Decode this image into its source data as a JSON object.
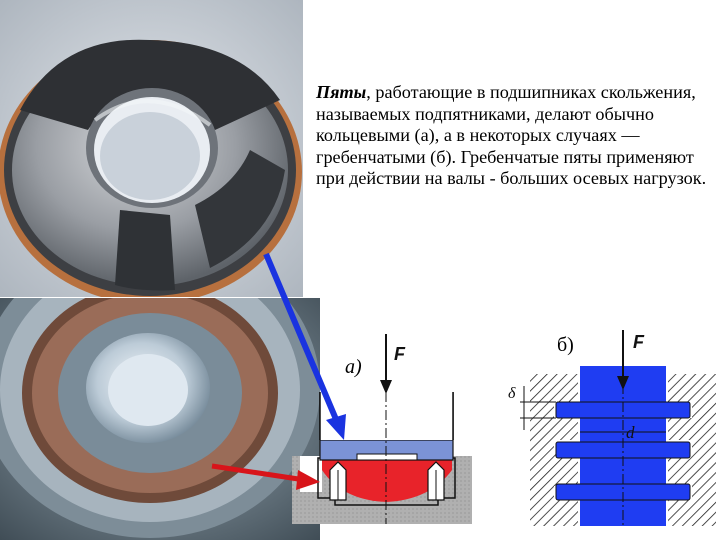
{
  "caption": {
    "term": "Пяты",
    "text": ", работающие в подшипниках скольжения, называемых подпятниками, делают обычно кольцевыми (а), а в некоторых случаях — гребенчатыми (б). Гребенчатые пяты применяют при действии на валы - больших осевых нагрузок."
  },
  "diagram_a": {
    "label": "а)",
    "force_label": "F"
  },
  "diagram_b": {
    "label": "б)",
    "force_label": "F",
    "dimension_d": "d",
    "dimension_delta": "δ"
  },
  "colors": {
    "shaft_blue": "#1f3df2",
    "ring_blue": "#7b93d6",
    "bearing_red": "#e8232a",
    "arrow_blue": "#1a33e0",
    "arrow_red": "#d8141a"
  }
}
